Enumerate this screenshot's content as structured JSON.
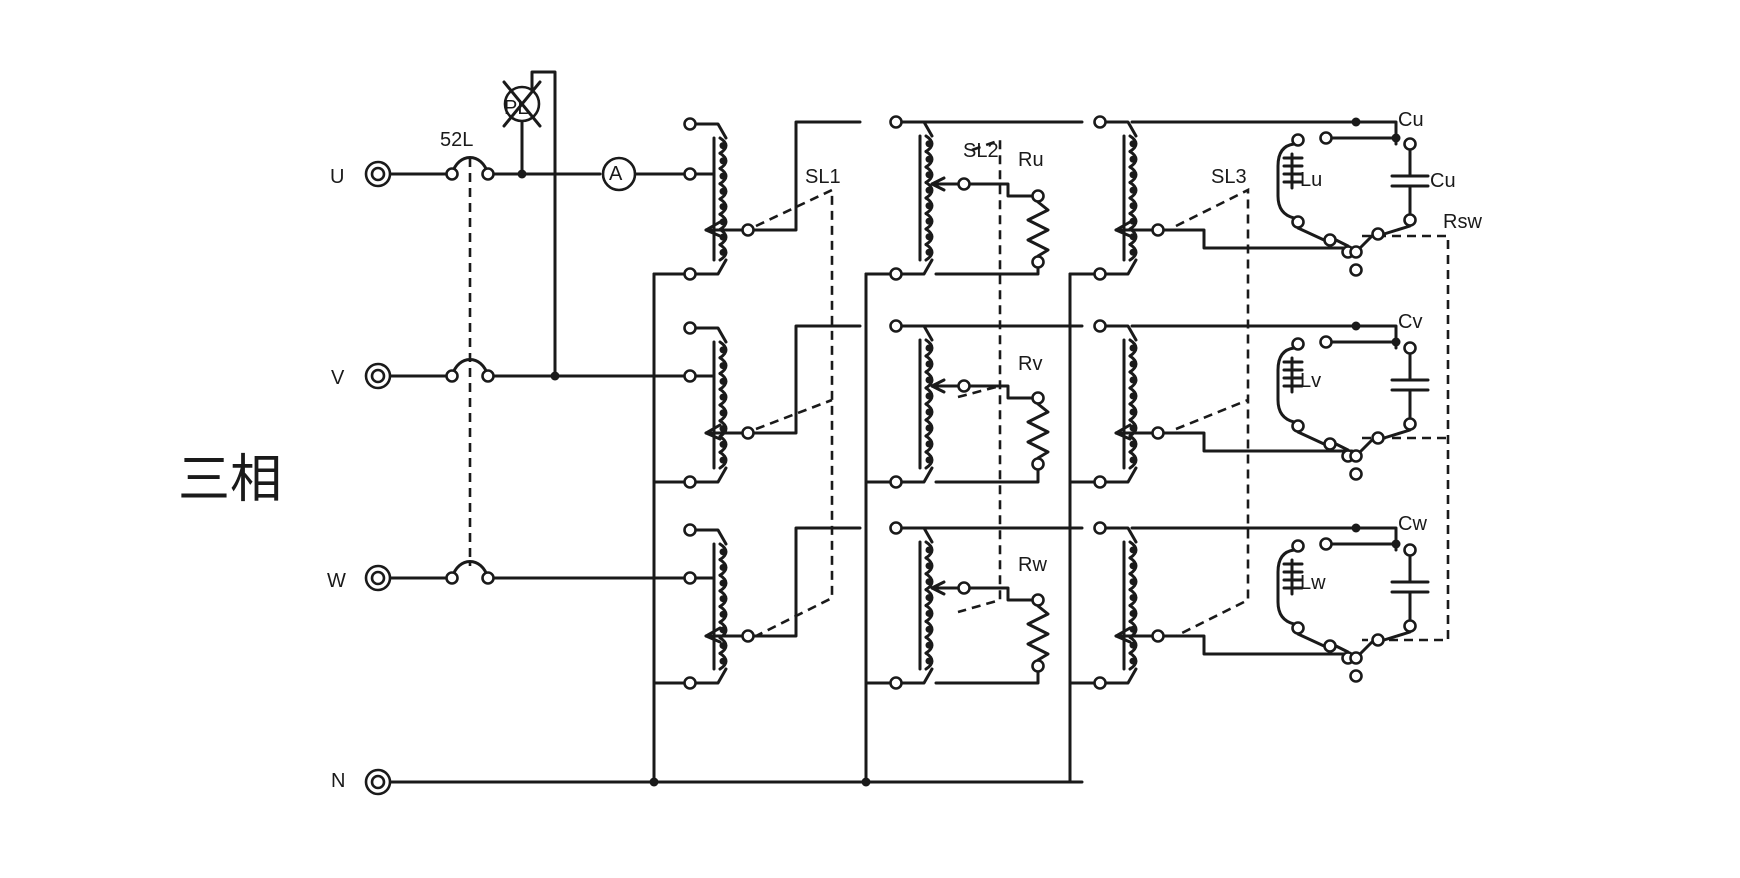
{
  "phase_label": "三相",
  "terminals": [
    "U",
    "V",
    "W",
    "N"
  ],
  "breaker_label": "52L",
  "pilot_lamp_label": "PL",
  "ammeter_label": "A",
  "slidacs": [
    "SL1",
    "SL2",
    "SL3"
  ],
  "resistors": [
    "Ru",
    "Rv",
    "Rw"
  ],
  "inductors": [
    "Lu",
    "Lv",
    "Lw"
  ],
  "capacitors_top": [
    "Cu",
    "Cv",
    "Cw"
  ],
  "capacitor_side_label": "Cu",
  "switch_label": "Rsw"
}
